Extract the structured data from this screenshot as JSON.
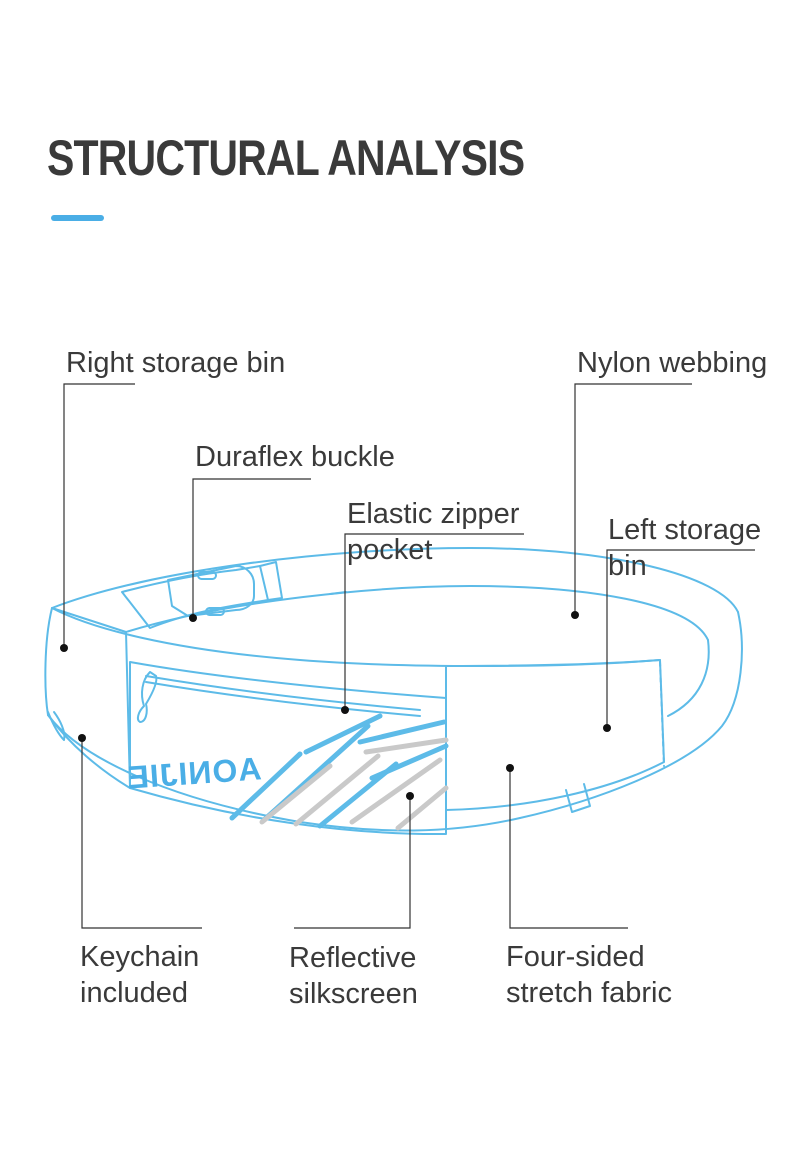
{
  "header": {
    "title": "STRUCTURAL ANALYSIS",
    "accent_color": "#4aaee6"
  },
  "product": {
    "brand_logo": "AONIJIE",
    "outline_color": "#5dbbe8",
    "stripe_colors": [
      "#5dbbe8",
      "#c9c9c9"
    ]
  },
  "callouts": {
    "right_storage_bin": "Right storage bin",
    "nylon_webbing": "Nylon webbing",
    "duraflex_buckle": "Duraflex buckle",
    "elastic_zipper_pocket": [
      "Elastic zipper",
      "pocket"
    ],
    "left_storage_bin": [
      "Left storage",
      "bin"
    ],
    "keychain_included": [
      "Keychain",
      "included"
    ],
    "reflective_silkscreen": [
      "Reflective",
      "silkscreen"
    ],
    "four_sided_stretch_fabric": [
      "Four-sided",
      "stretch fabric"
    ]
  }
}
